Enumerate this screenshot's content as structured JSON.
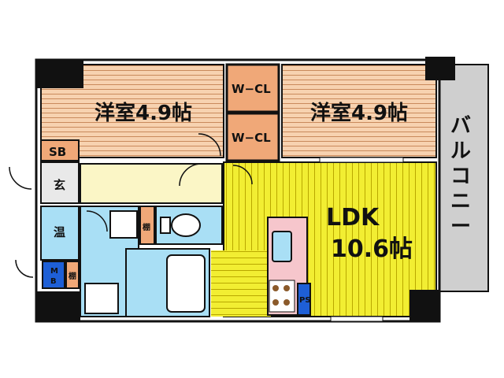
{
  "rooms": {
    "western_left": "洋室4.9帖",
    "western_right": "洋室4.9帖",
    "wcl_top": "W−CL",
    "wcl_bottom": "W−CL",
    "ldk_name": "LDK",
    "ldk_size": "10.6帖",
    "shoebox": "SB",
    "entrance": "玄",
    "water_heater": "温",
    "meter_box_1": "M",
    "meter_box_2": "B",
    "shelf_1": "棚",
    "shelf_2": "棚",
    "pipe_space": "PS",
    "balcony": [
      "バ",
      "ル",
      "コ",
      "ニ",
      "ー"
    ]
  },
  "colors": {
    "western_room": "#f7d2b0",
    "closet": "#f0a878",
    "ldk": "#f2ee32",
    "hallway": "#fbf6c6",
    "wet_area": "#a9dff5",
    "blue_box": "#1e5fd6",
    "kitchen_counter": "#f6c6cc",
    "balcony": "#cfcfcf",
    "wall": "#111111"
  }
}
